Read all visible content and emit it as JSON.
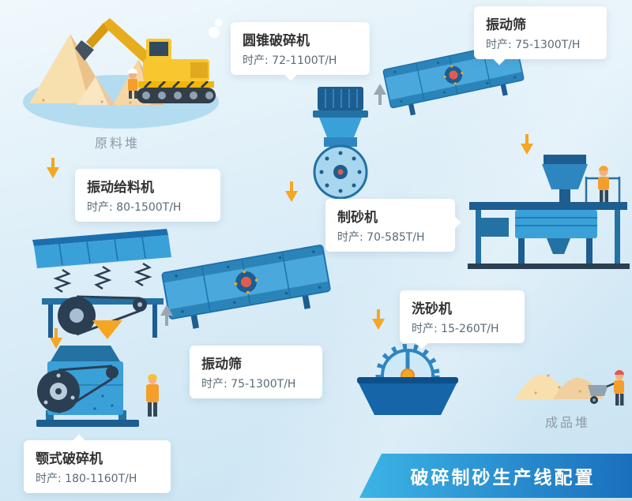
{
  "colors": {
    "background_top": "#f0f8fc",
    "background_bottom": "#c8e3f2",
    "machine_blue": "#3aa0d8",
    "machine_dark_blue": "#1d5d8f",
    "accent_orange": "#f5a623",
    "arrow_gray": "#9aa7b0",
    "sand_tan": "#f8dfae",
    "banner_gradient_start": "#3cb4e5",
    "banner_gradient_end": "#1a6fbd",
    "card_title_color": "#323232",
    "card_capacity_color": "#5a6b78"
  },
  "piles": {
    "raw": "原料堆",
    "product": "成品堆"
  },
  "machines": {
    "feeder": {
      "name": "振动给料机",
      "capacity": "时产: 80-1500T/H"
    },
    "jaw_crusher": {
      "name": "颚式破碎机",
      "capacity": "时产: 180-1160T/H"
    },
    "screen_mid": {
      "name": "振动筛",
      "capacity": "时产: 75-1300T/H"
    },
    "cone_crusher": {
      "name": "圆锥破碎机",
      "capacity": "时产: 72-1100T/H"
    },
    "screen_top": {
      "name": "振动筛",
      "capacity": "时产: 75-1300T/H"
    },
    "sand_maker": {
      "name": "制砂机",
      "capacity": "时产: 70-585T/H"
    },
    "sand_washer": {
      "name": "洗砂机",
      "capacity": "时产: 15-260T/H"
    }
  },
  "banner": {
    "title": "破碎制砂生产线配置"
  }
}
